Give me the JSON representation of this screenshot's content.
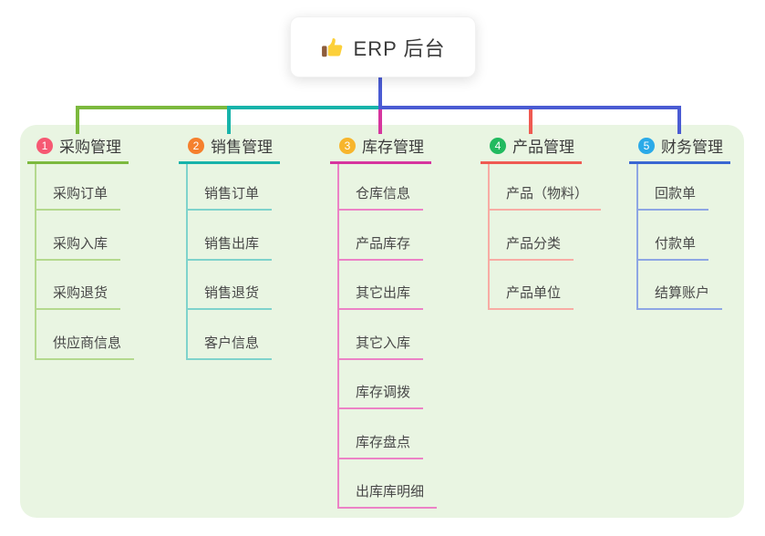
{
  "root": {
    "title": "ERP 后台",
    "icon": "thumbs-up-icon"
  },
  "canvas": {
    "background": "#ffffff",
    "panel_bg": "#e9f5e2",
    "trunk_color": "#4a5bd3",
    "title_text_color": "#3c3c3c",
    "child_text_color": "#484848"
  },
  "branches": [
    {
      "index": "1",
      "label": "采购管理",
      "badge_color": "#f65973",
      "line_color": "#7cb93e",
      "child_line_color": "#b4d98e",
      "children": [
        "采购订单",
        "采购入库",
        "采购退货",
        "供应商信息"
      ]
    },
    {
      "index": "2",
      "label": "销售管理",
      "badge_color": "#f5802d",
      "line_color": "#17b3aa",
      "child_line_color": "#7fd3cc",
      "children": [
        "销售订单",
        "销售出库",
        "销售退货",
        "客户信息"
      ]
    },
    {
      "index": "3",
      "label": "库存管理",
      "badge_color": "#f7b52c",
      "line_color": "#d6359e",
      "child_line_color": "#ec82c6",
      "children": [
        "仓库信息",
        "产品库存",
        "其它出库",
        "其它入库",
        "库存调拨",
        "库存盘点",
        "出库库明细"
      ]
    },
    {
      "index": "4",
      "label": "产品管理",
      "badge_color": "#22ba5f",
      "line_color": "#ef5a52",
      "child_line_color": "#f8aca4",
      "children": [
        "产品（物料）",
        "产品分类",
        "产品单位"
      ]
    },
    {
      "index": "5",
      "label": "财务管理",
      "badge_color": "#2baae8",
      "line_color": "#3a67d2",
      "child_line_color": "#8ea6e4",
      "children": [
        "回款单",
        "付款单",
        "结算账户"
      ]
    }
  ]
}
